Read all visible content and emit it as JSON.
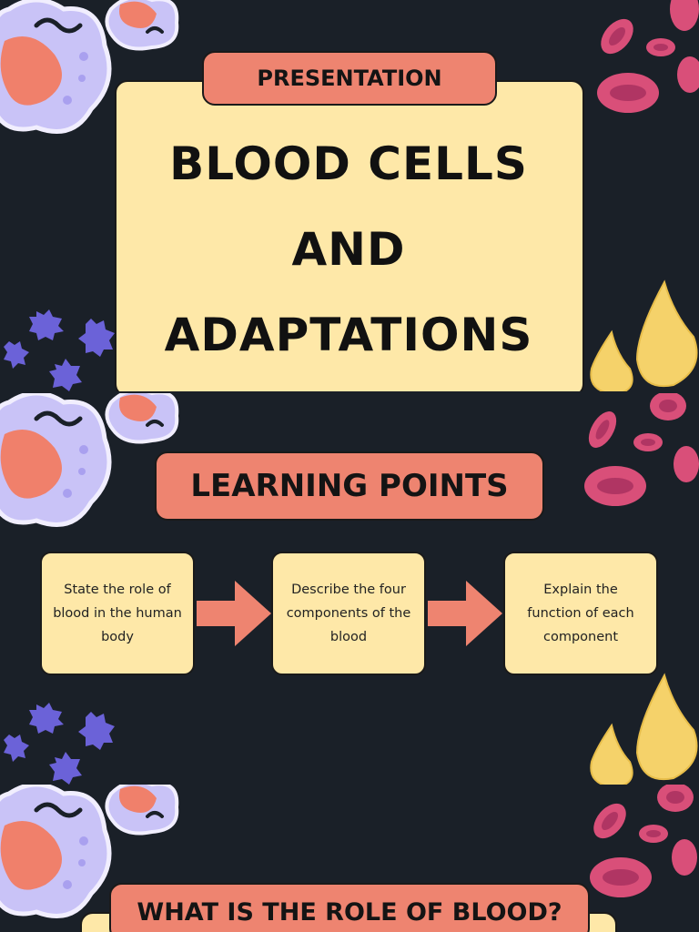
{
  "slide1": {
    "tag": "PRESENTATION",
    "title_lines": [
      "BLOOD CELLS",
      "AND",
      "ADAPTATIONS"
    ]
  },
  "slide2": {
    "heading": "LEARNING POINTS",
    "steps": [
      "State the role of blood in the human body",
      "Describe the four components of the blood",
      "Explain the function of each component"
    ]
  },
  "slide3": {
    "heading": "WHAT IS THE ROLE OF BLOOD?"
  },
  "colors": {
    "background": "#1a2028",
    "panel": "#fee8a8",
    "accent": "#ee8470",
    "red_cell": "#d94f79",
    "white_cell": "#c9c3f7",
    "platelet": "#6b62d8",
    "plasma_drop": "#f5d26a"
  },
  "icons": [
    "white-blood-cell-icon",
    "red-blood-cell-icon",
    "platelet-icon",
    "plasma-drop-icon",
    "arrow-right-icon"
  ]
}
